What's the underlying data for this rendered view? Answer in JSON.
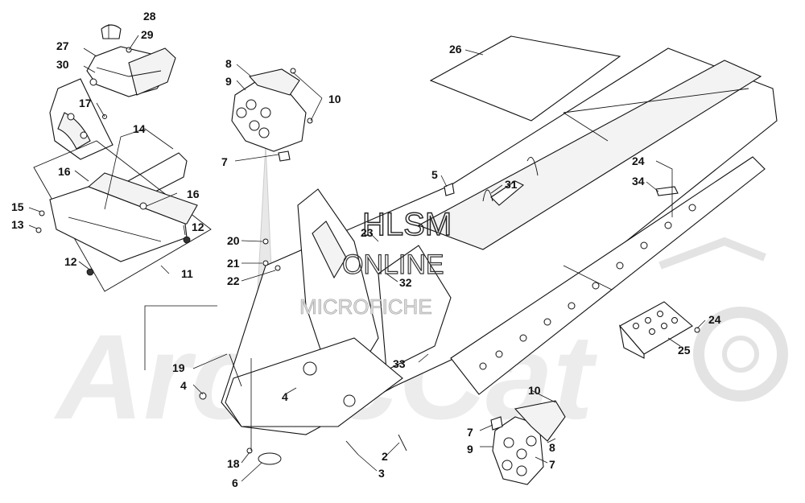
{
  "watermark": {
    "line1": "HLSM",
    "line2": "ONLINE",
    "line3": "MICROFICHE",
    "brand": "ArcticCat"
  },
  "callouts": {
    "c28": "28",
    "c29": "29",
    "c27": "27",
    "c30": "30",
    "c17": "17",
    "c14": "14",
    "c16a": "16",
    "c16b": "16",
    "c15": "15",
    "c13": "13",
    "c12a": "12",
    "c12b": "12",
    "c11": "11",
    "c8a": "8",
    "c9a": "9",
    "c10a": "10",
    "c7a": "7",
    "c26": "26",
    "c5": "5",
    "c31": "31",
    "c24a": "24",
    "c34": "34",
    "c23": "23",
    "c32": "32",
    "c20": "20",
    "c21": "21",
    "c22": "22",
    "c33": "33",
    "c24b": "24",
    "c25": "25",
    "c19": "19",
    "c4a": "4",
    "c4b": "4",
    "c10b": "10",
    "c7b": "7",
    "c9b": "9",
    "c8b": "8",
    "c7c": "7",
    "c2": "2",
    "c3": "3",
    "c18": "18",
    "c6": "6"
  }
}
